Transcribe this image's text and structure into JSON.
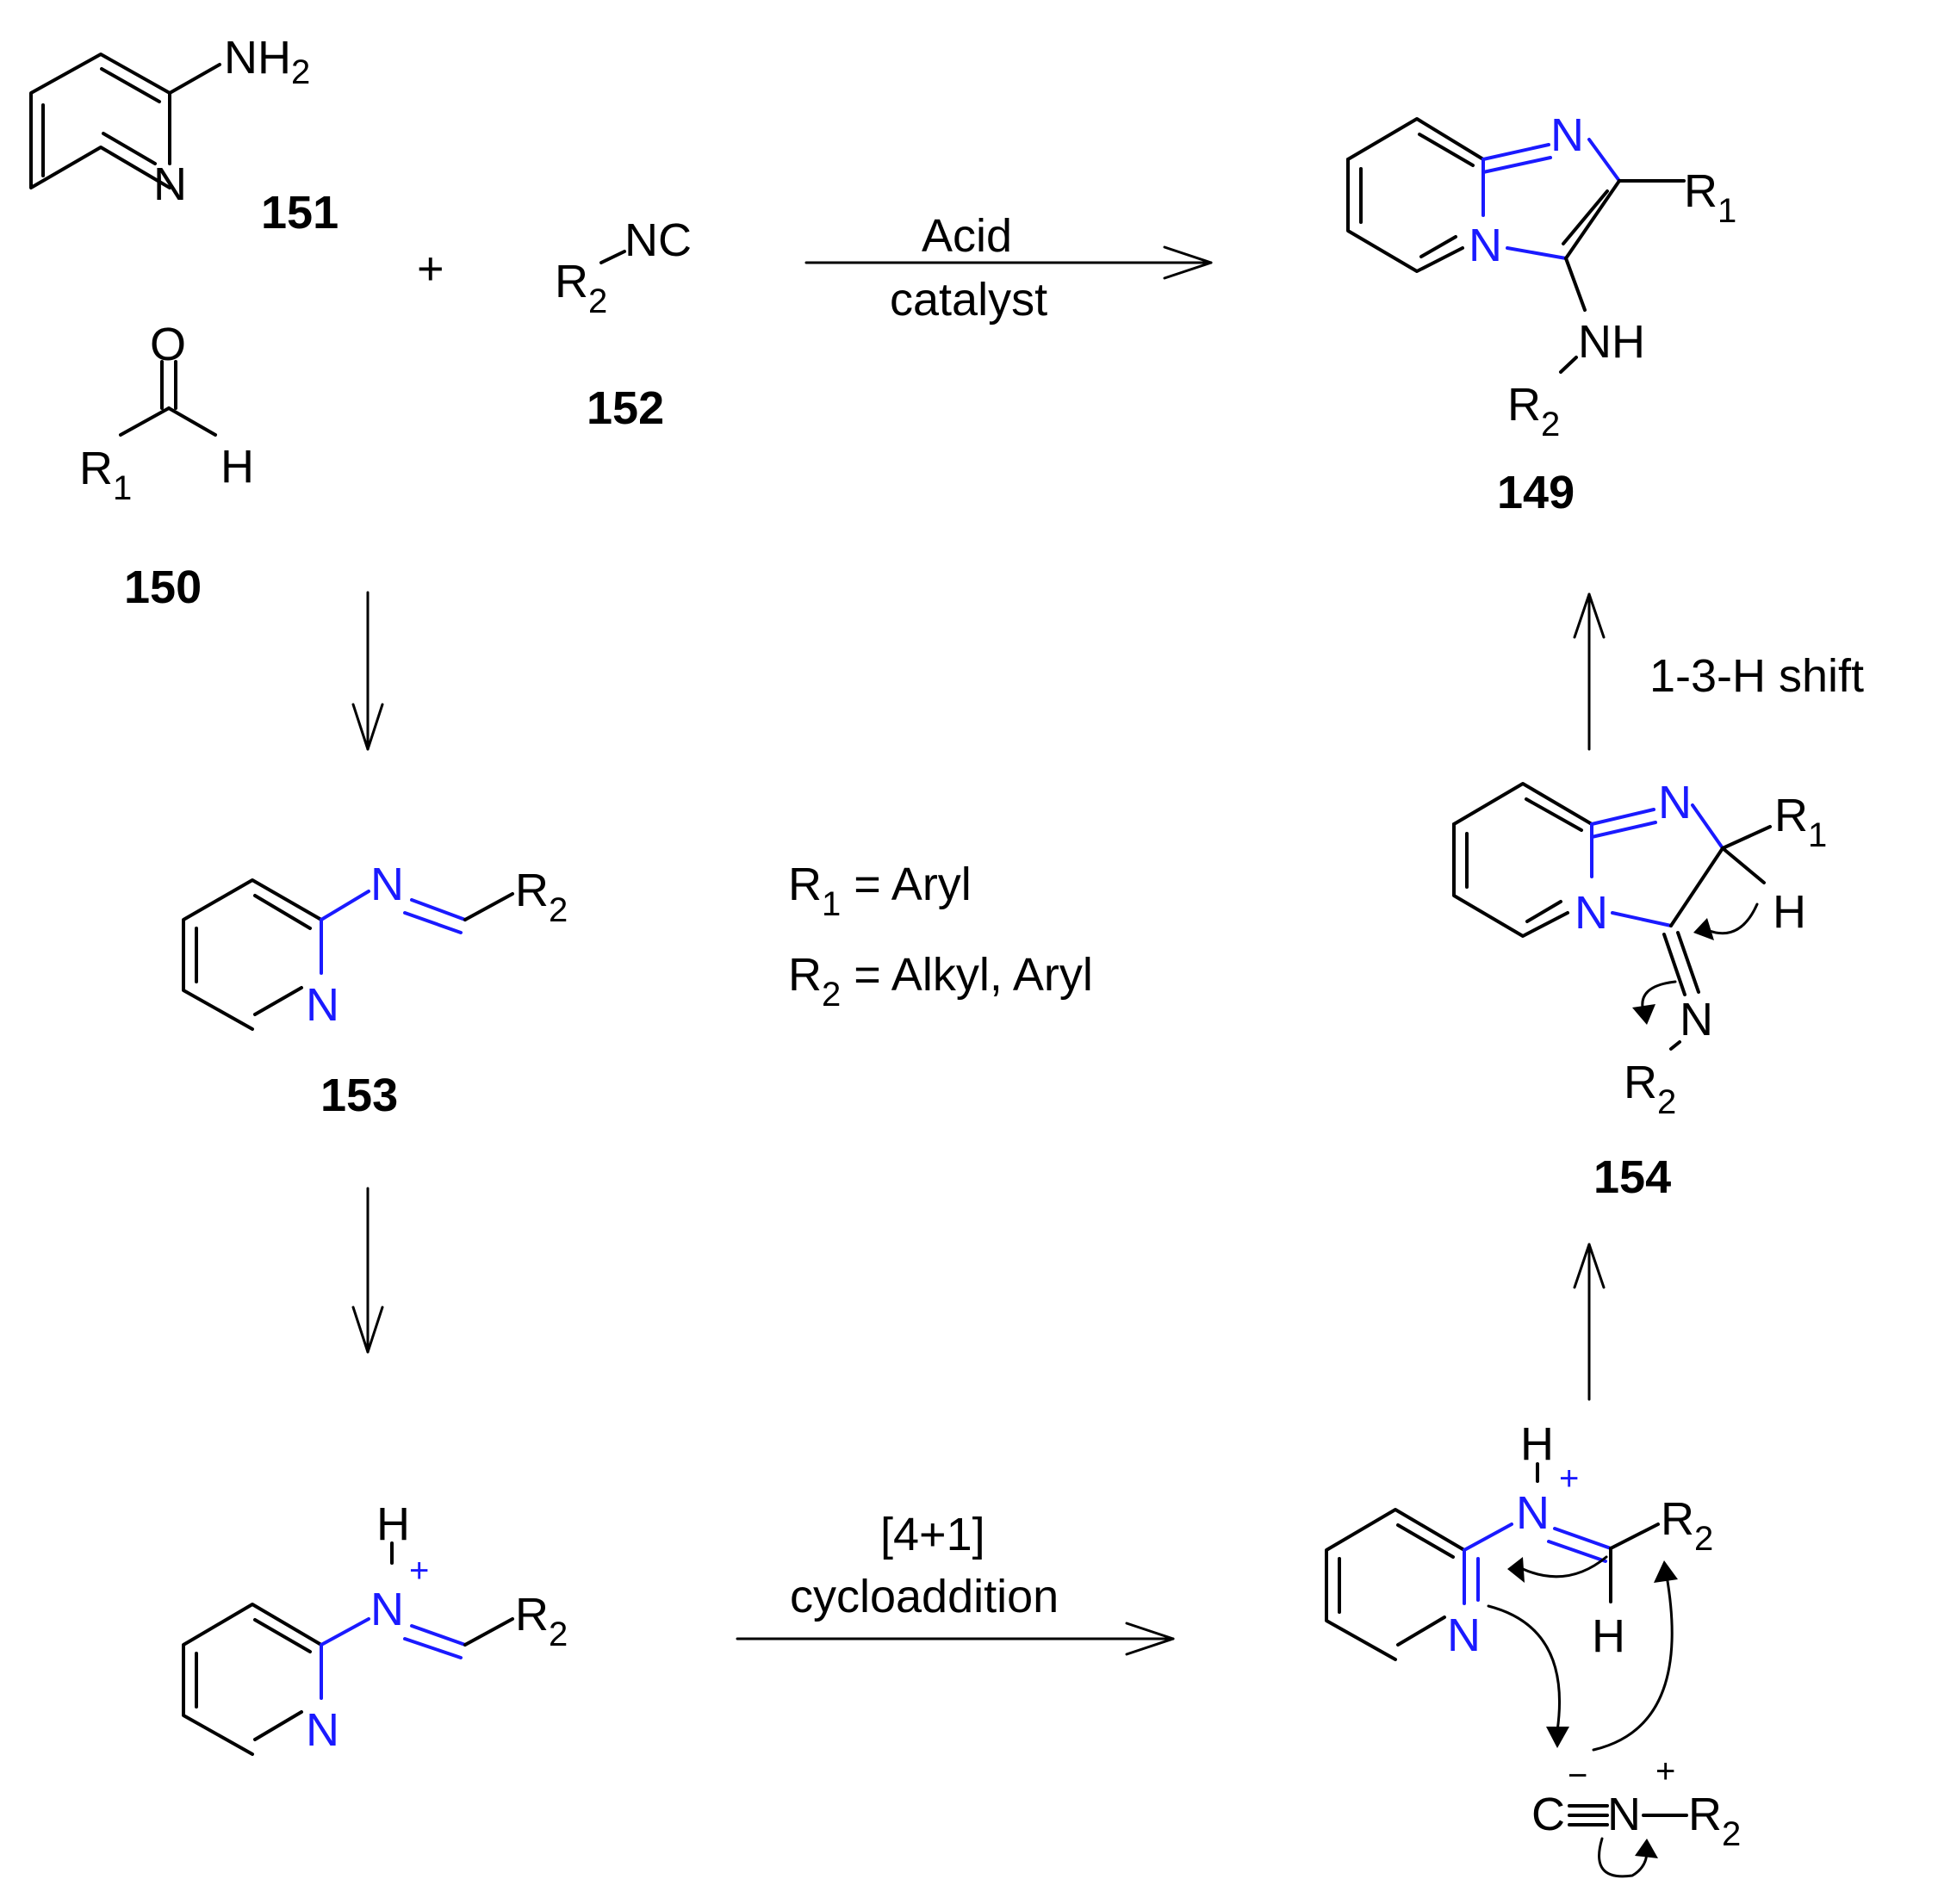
{
  "labels": {
    "nh2": "NH",
    "two": "2",
    "n": "N",
    "nc": "NC",
    "nh": "NH",
    "r": "R",
    "one": "1",
    "o": "O",
    "h": "H",
    "c": "C",
    "plus": "+",
    "minus": "−"
  },
  "compounds": {
    "c151": "151",
    "c152": "152",
    "c150": "150",
    "c149": "149",
    "c153": "153",
    "c154": "154"
  },
  "arrows": {
    "acid": "Acid",
    "catalyst": "catalyst",
    "h_shift": "1-3-H shift",
    "cyclo_top": "[4+1]",
    "cyclo_bottom": "cycloaddition"
  },
  "definitions": {
    "r1_rest": " = Aryl",
    "r2_rest": " = Alkyl, Aryl"
  },
  "colors": {
    "heteroatom": "#1a1aff",
    "bond": "#000000"
  }
}
